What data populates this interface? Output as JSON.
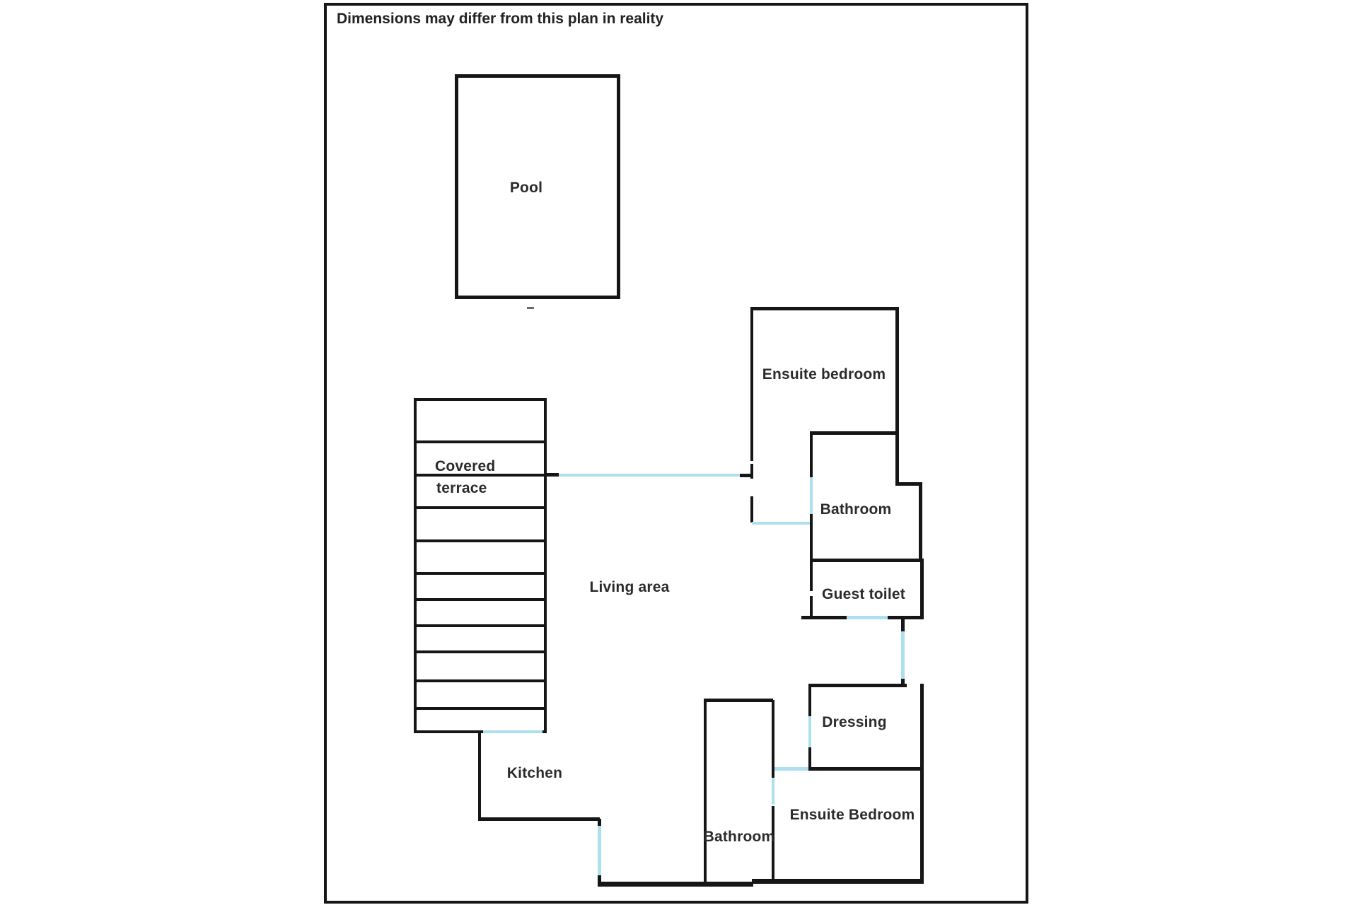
{
  "disclaimer": "Dimensions may differ from this plan in reality",
  "colors": {
    "wall": "#161616",
    "door_opening": "#ade0ee",
    "text": "#2b2b2b",
    "background": "#ffffff"
  },
  "rooms": {
    "pool": "Pool",
    "covered_terrace_line1": "Covered",
    "covered_terrace_line2": "terrace",
    "ensuite_bedroom_top": "Ensuite bedroom",
    "bathroom_top": "Bathroom",
    "guest_toilet": "Guest toilet",
    "living_area": "Living area",
    "dressing": "Dressing",
    "kitchen": "Kitchen",
    "bathroom_bottom": "Bathroom",
    "ensuite_bedroom_bottom": "Ensuite Bedroom"
  }
}
